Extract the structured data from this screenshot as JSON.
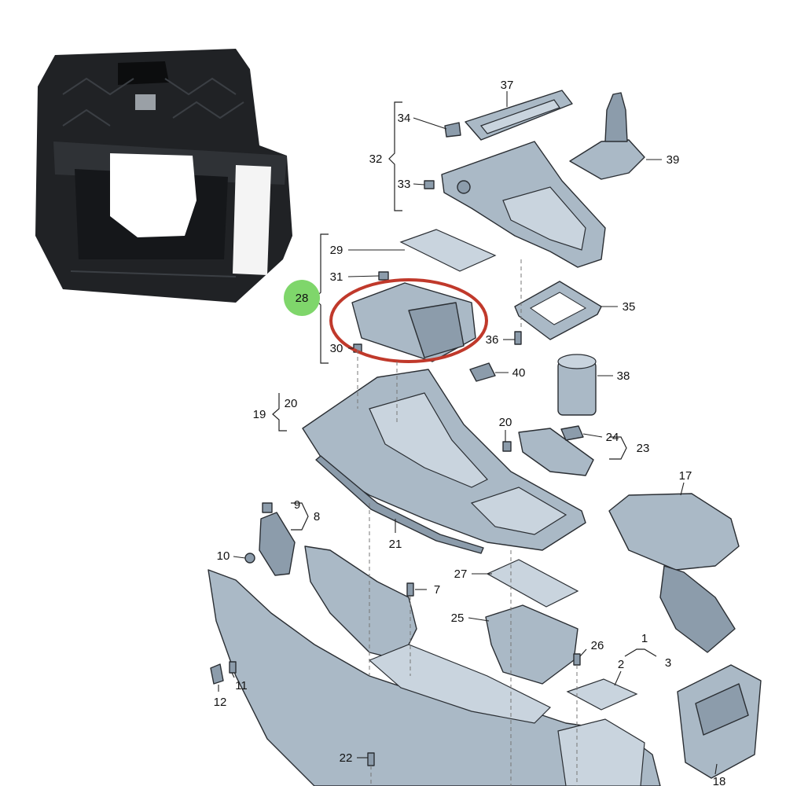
{
  "callouts": [
    {
      "id": "37",
      "label": "37"
    },
    {
      "id": "34",
      "label": "34"
    },
    {
      "id": "32",
      "label": "32"
    },
    {
      "id": "33",
      "label": "33"
    },
    {
      "id": "39",
      "label": "39"
    },
    {
      "id": "29",
      "label": "29"
    },
    {
      "id": "31",
      "label": "31"
    },
    {
      "id": "28",
      "label": "28"
    },
    {
      "id": "30",
      "label": "30"
    },
    {
      "id": "35",
      "label": "35"
    },
    {
      "id": "36",
      "label": "36"
    },
    {
      "id": "40",
      "label": "40"
    },
    {
      "id": "38",
      "label": "38"
    },
    {
      "id": "19",
      "label": "19"
    },
    {
      "id": "20a",
      "label": "20"
    },
    {
      "id": "20b",
      "label": "20"
    },
    {
      "id": "24",
      "label": "24"
    },
    {
      "id": "23",
      "label": "23"
    },
    {
      "id": "17",
      "label": "17"
    },
    {
      "id": "9",
      "label": "9"
    },
    {
      "id": "8",
      "label": "8"
    },
    {
      "id": "10",
      "label": "10"
    },
    {
      "id": "21",
      "label": "21"
    },
    {
      "id": "7",
      "label": "7"
    },
    {
      "id": "27",
      "label": "27"
    },
    {
      "id": "25",
      "label": "25"
    },
    {
      "id": "26",
      "label": "26"
    },
    {
      "id": "1",
      "label": "1"
    },
    {
      "id": "2",
      "label": "2"
    },
    {
      "id": "3",
      "label": "3"
    },
    {
      "id": "11",
      "label": "11"
    },
    {
      "id": "12",
      "label": "12"
    },
    {
      "id": "22",
      "label": "22"
    },
    {
      "id": "18",
      "label": "18"
    }
  ],
  "highlight": {
    "callout": "28",
    "badge_color": "#7fd66b",
    "ring_color": "#c0392b"
  },
  "photo": {
    "subject": "black-plastic-console-bracket"
  }
}
